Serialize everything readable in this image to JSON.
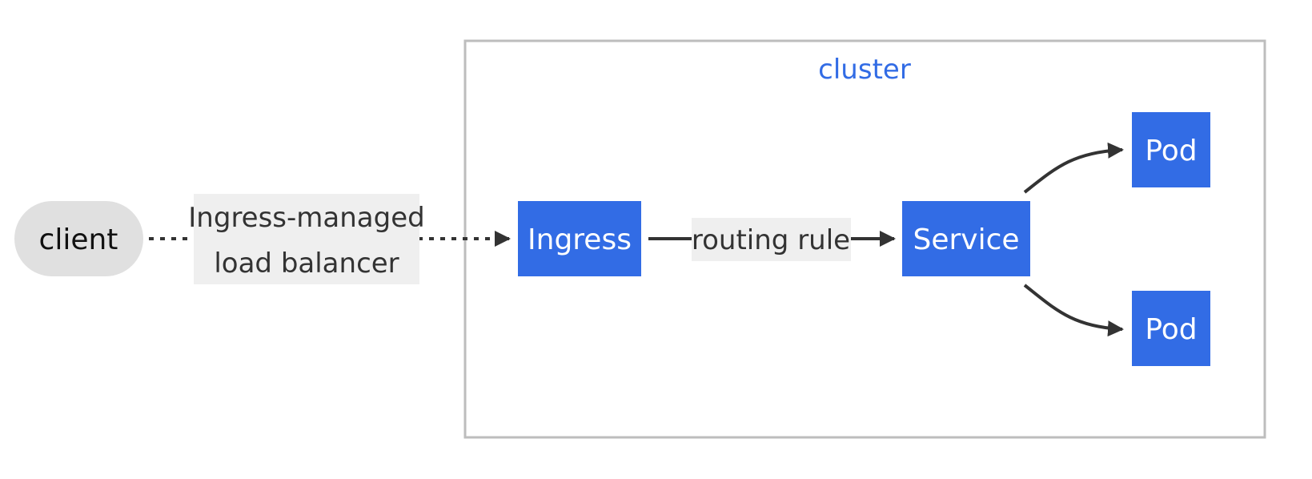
{
  "colors": {
    "node_fill": "#326ce5",
    "node_text": "#ffffff",
    "client_fill": "#e0e0e0",
    "client_text": "#111111",
    "cluster_border": "#bdbdbd",
    "cluster_label": "#326ce5",
    "edge": "#333333",
    "edge_label_bg": "#efefef"
  },
  "cluster": {
    "label": "cluster"
  },
  "nodes": {
    "client": "client",
    "ingress": "Ingress",
    "service": "Service",
    "pod_top": "Pod",
    "pod_bottom": "Pod"
  },
  "edges": {
    "client_to_ingress": {
      "label_line1": "Ingress-managed",
      "label_line2": "load balancer",
      "style": "dotted"
    },
    "ingress_to_service": {
      "label": "routing rule",
      "style": "solid"
    },
    "service_to_pod_top": {
      "style": "solid"
    },
    "service_to_pod_bottom": {
      "style": "solid"
    }
  }
}
